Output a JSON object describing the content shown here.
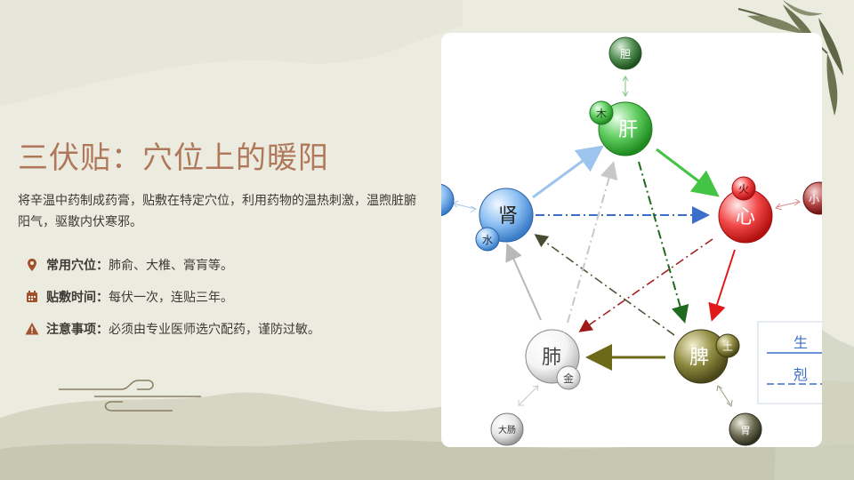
{
  "slide": {
    "title": "三伏贴：穴位上的暖阳",
    "intro": "将辛温中药制成药膏，贴敷在特定穴位，利用药物的温热刺激，温煦脏腑阳气，驱散内伏寒邪。",
    "bullets": [
      {
        "icon": "map-pin-icon",
        "label": "常用穴位：",
        "text": "肺俞、大椎、膏肓等。"
      },
      {
        "icon": "calendar-icon",
        "label": "贴敷时间：",
        "text": "每伏一次，连贴三年。"
      },
      {
        "icon": "warning-icon",
        "label": "注意事项：",
        "text": "必须由专业医师选穴配药，谨防过敏。"
      }
    ]
  },
  "diagram": {
    "organs": {
      "liver": "肝",
      "heart": "心",
      "spleen": "脾",
      "lung": "肺",
      "kidney": "肾"
    },
    "elements": {
      "wood": "木",
      "fire": "火",
      "earth": "土",
      "metal": "金",
      "water": "水"
    },
    "paired": {
      "gallbladder": "胆",
      "small_intestine": "小",
      "stomach": "胃",
      "large_intestine": "大肠"
    },
    "legend": {
      "generate": "生",
      "restrain": "剋"
    },
    "colors": {
      "liver": "#3aa53a",
      "heart": "#e02020",
      "spleen": "#6e6a2a",
      "lung": "#d8d8d8",
      "kidney": "#6fa8e8"
    }
  }
}
